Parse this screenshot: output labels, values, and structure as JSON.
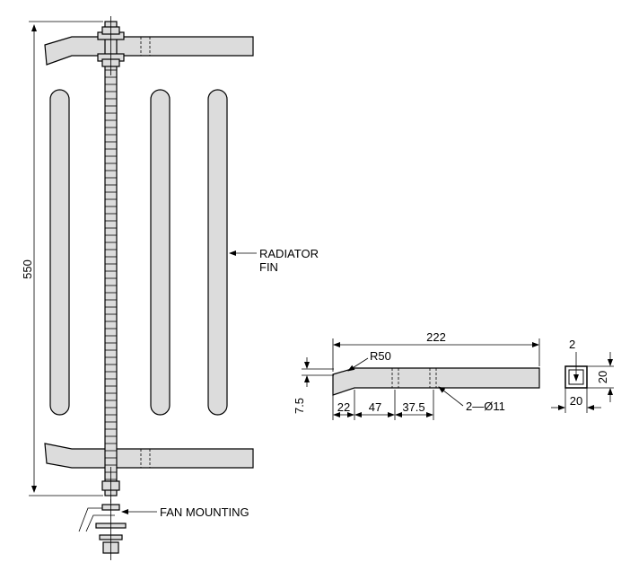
{
  "labels": {
    "height_550": "550",
    "radiator_fin": [
      "RADIATOR",
      "FIN"
    ],
    "fan_mounting": "FAN MOUNTING",
    "len_222": "222",
    "r50": "R50",
    "d_7_5": "7.5",
    "d_22": "22",
    "d_47": "47",
    "d_37_5": "37.5",
    "holes": "2—Ø11",
    "wall_2": "2",
    "side_20_v": "20",
    "side_20_h": "20"
  }
}
